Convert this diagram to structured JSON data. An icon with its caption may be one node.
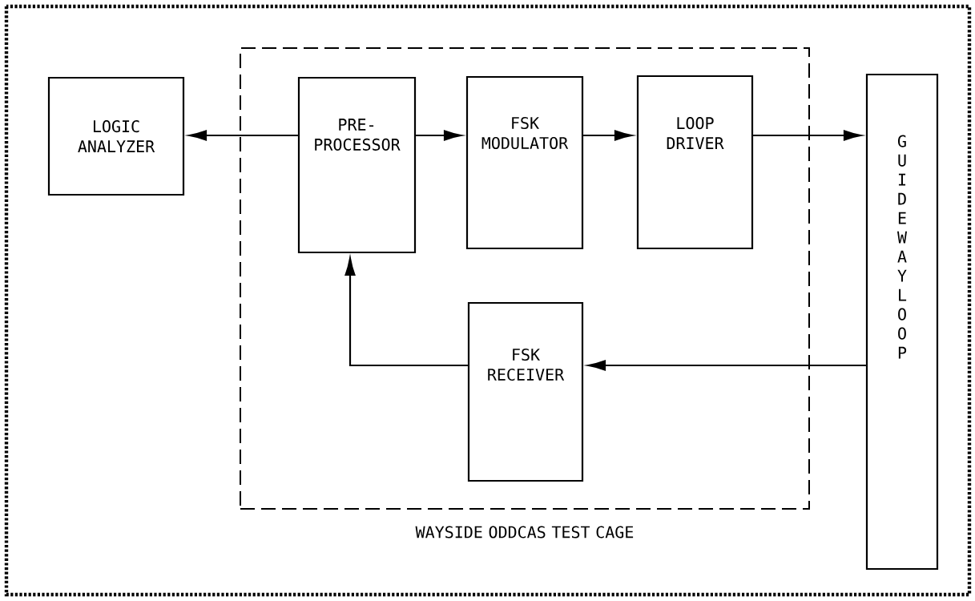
{
  "diagram": {
    "nodes": [
      {
        "text": [
          "WAYSIDE ODDCAS TEST CAGE"
        ]
      },
      {
        "text": [
          "LOGIC ANALYZER"
        ]
      },
      {
        "text": [
          "PRE- PROCESSOR"
        ],
        "in": 0
      },
      {
        "text": [
          "FSK MODULATOR"
        ],
        "in": 0
      },
      {
        "text": [
          "LOOP DRIVER"
        ],
        "in": 0
      },
      {
        "text": [
          "FSK RECEIVER"
        ],
        "in": 0
      },
      {
        "text": [
          "GUIDEWAY LOOP"
        ]
      }
    ],
    "edges": [
      {
        "from": 2,
        "to": 1,
        "arrow": "to"
      },
      {
        "from": 2,
        "to": 3,
        "arrow": "to"
      },
      {
        "from": 3,
        "to": 4,
        "arrow": "to"
      },
      {
        "from": 4,
        "to": 6,
        "arrow": "to"
      },
      {
        "from": 6,
        "to": 5,
        "arrow": "to"
      },
      {
        "from": 5,
        "to": 2,
        "arrow": "to"
      }
    ]
  }
}
